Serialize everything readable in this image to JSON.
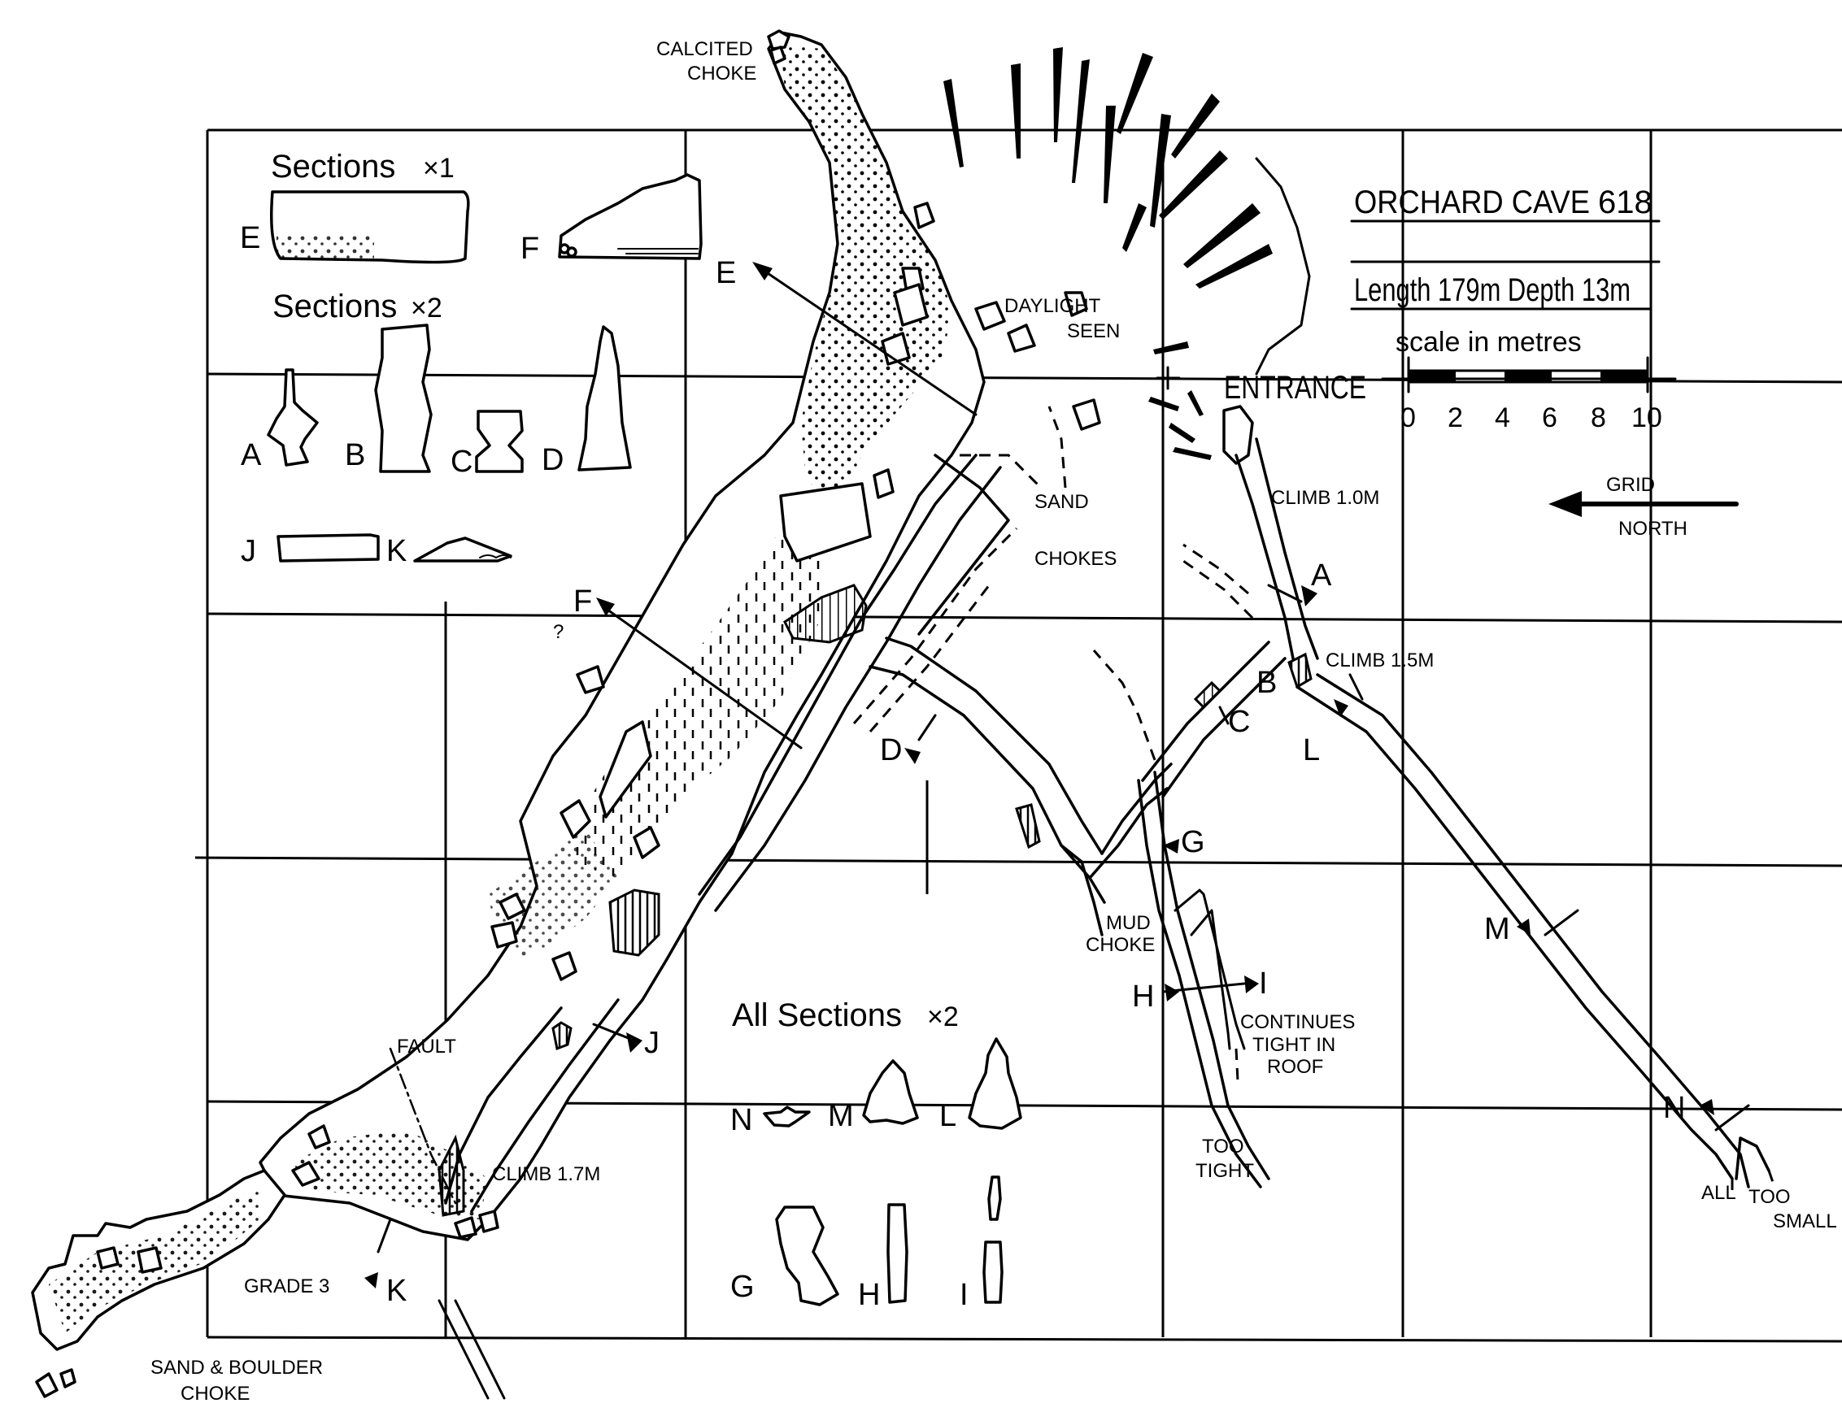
{
  "title": "ORCHARD CAVE",
  "cave_number": "618",
  "stats": "Length 179m Depth 13m",
  "scale": {
    "label": "scale in metres",
    "ticks": [
      "0",
      "2",
      "4",
      "6",
      "8",
      "10"
    ]
  },
  "north": {
    "line1": "GRID",
    "line2": "NORTH"
  },
  "sections_x1": {
    "title": "Sections",
    "factor": "×1",
    "letters": [
      "E",
      "F"
    ]
  },
  "sections_x2": {
    "title": "Sections",
    "factor": "×2",
    "letters": [
      "A",
      "B",
      "C",
      "D",
      "J",
      "K"
    ]
  },
  "all_sections": {
    "title": "All Sections",
    "factor": "×2",
    "letters": [
      "N",
      "M",
      "L",
      "G",
      "H",
      "I"
    ]
  },
  "labels": {
    "calcited_1": "CALCITED",
    "calcited_2": "CHOKE",
    "daylight_1": "DAYLIGHT",
    "daylight_2": "SEEN",
    "entrance": "ENTRANCE",
    "climb_10": "CLIMB 1.0M",
    "climb_15": "CLIMB 1.5M",
    "climb_17": "CLIMB 1.7M",
    "sand_chokes_1": "SAND",
    "sand_chokes_2": "CHOKES",
    "mud_choke_1": "MUD",
    "mud_choke_2": "CHOKE",
    "continues_1": "CONTINUES",
    "continues_2": "TIGHT IN",
    "continues_3": "ROOF",
    "too_tight_1": "TOO",
    "too_tight_2": "TIGHT",
    "all_too_small_1": "ALL",
    "all_too_small_2": "TOO",
    "all_too_small_3": "SMALL",
    "fault": "FAULT",
    "grade": "GRADE 3",
    "sand_boulder_1": "SAND & BOULDER",
    "sand_boulder_2": "CHOKE",
    "question": "?"
  },
  "section_marks": {
    "E": "E",
    "F": "F",
    "A": "A",
    "B": "B",
    "C": "C",
    "D": "D",
    "G": "G",
    "H": "H",
    "I": "I",
    "J": "J",
    "K": "K",
    "L": "L",
    "M": "M",
    "N": "N"
  }
}
